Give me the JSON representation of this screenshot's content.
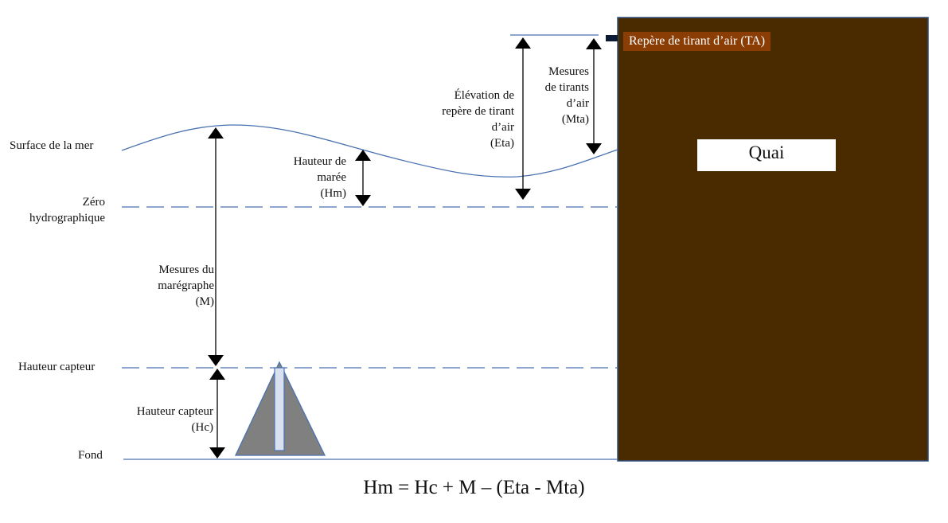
{
  "levels": {
    "sea_surface": "Surface de la mer",
    "chart_datum": [
      "Zéro",
      "hydrographique"
    ],
    "sensor_height": "Hauteur capteur",
    "seabed": "Fond"
  },
  "measures": {
    "tide_gauge": [
      "Mesures du",
      "marégraphe",
      "(M)"
    ],
    "tide_height": [
      "Hauteur de",
      "marée",
      "(Hm)"
    ],
    "benchmark_elevation": [
      "Élévation de",
      "repère de tirant",
      "d’air",
      "(Eta)"
    ],
    "air_draft_measures": [
      "Mesures",
      "de tirants",
      "d’air",
      "(Mta)"
    ],
    "sensor_height": [
      "Hauteur capteur",
      "(Hc)"
    ]
  },
  "wharf": {
    "label": "Quai",
    "benchmark": "Repère de tirant d’air (TA)"
  },
  "formula": "Hm = Hc + M – (Eta - Mta)",
  "colors": {
    "wharf": "#4a2b00",
    "wharf_border": "#2f4f7f",
    "benchmark_tag": "#8a3d05",
    "line": "#4a72b0",
    "sensor_fill": "#808080",
    "arrow": "#000000"
  }
}
